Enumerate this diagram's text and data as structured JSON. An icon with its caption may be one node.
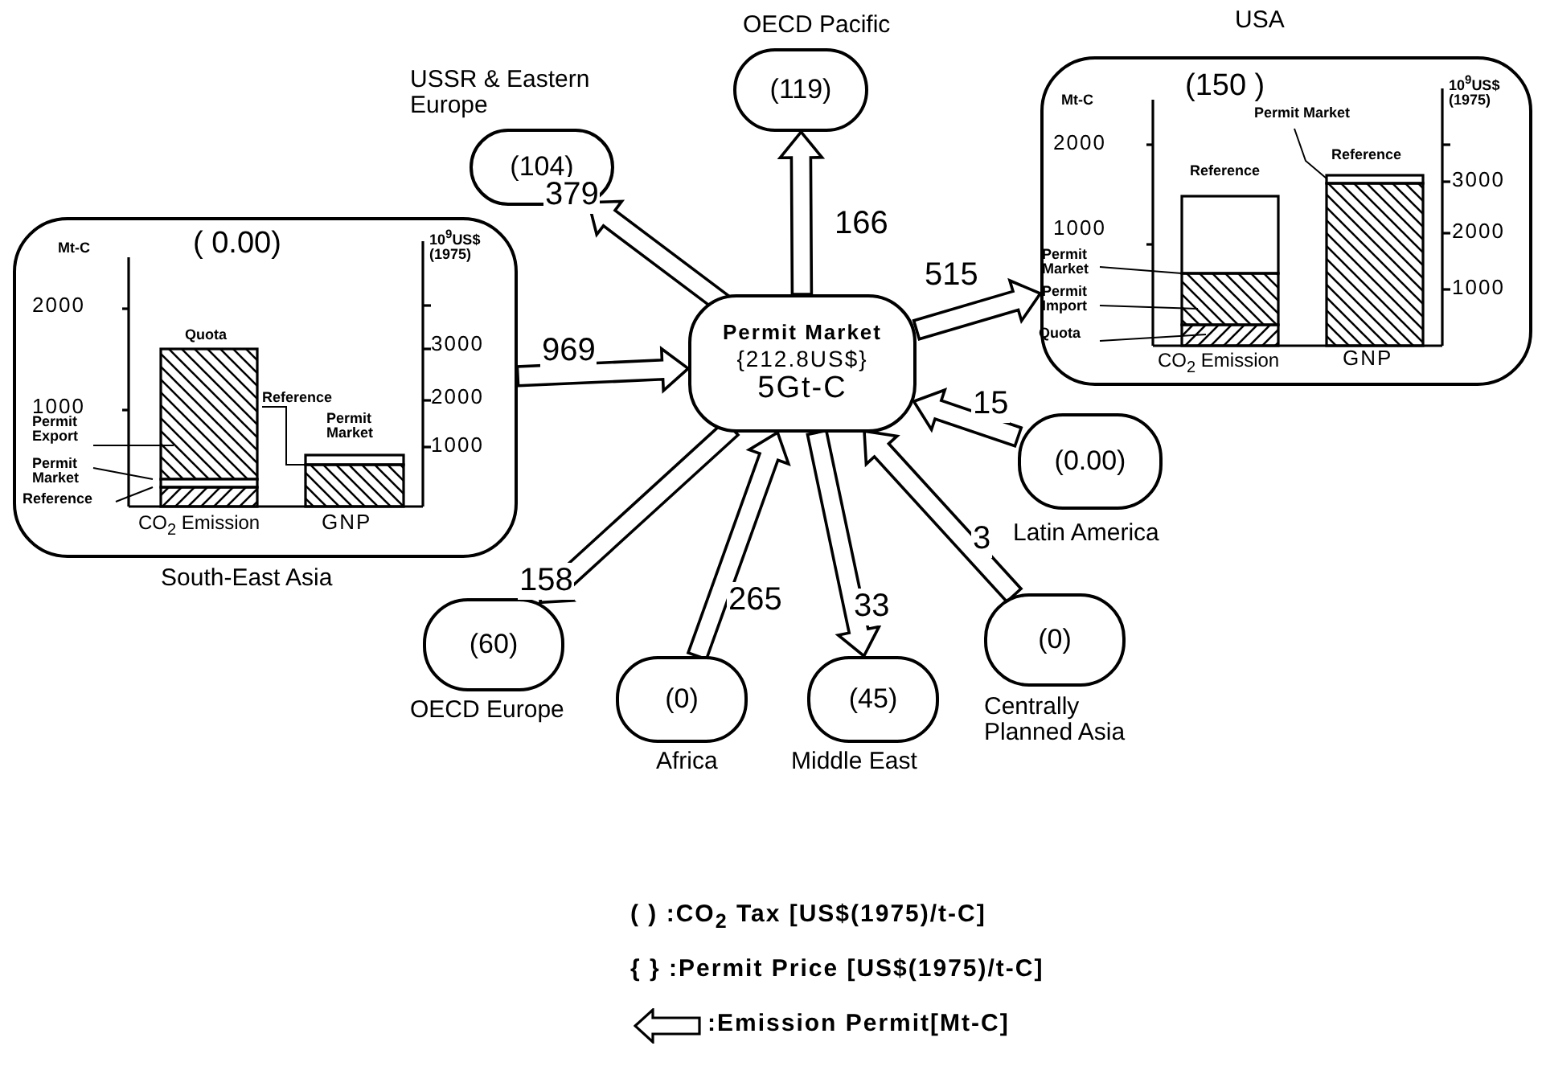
{
  "diagram": {
    "nodes": [
      {
        "text": [
          "Permit Market",
          "{212.8US$}",
          "5Gt-C"
        ]
      },
      {
        "text": [
          "(119)"
        ],
        "beside": [
          "OECD Pacific"
        ]
      },
      {
        "text": [
          "(104)"
        ],
        "beside": [
          "USSR & Eastern Europe"
        ]
      },
      {
        "text": [
          "(150 )"
        ],
        "beside": [
          "USA"
        ]
      },
      {
        "text": [
          "( 0.00)"
        ],
        "beside": [
          "South-East Asia"
        ]
      },
      {
        "text": [
          "(0.00)"
        ],
        "beside": [
          "Latin America"
        ]
      },
      {
        "text": [
          "(0)"
        ],
        "beside": [
          "Centrally Planned Asia"
        ]
      },
      {
        "text": [
          "(45)"
        ],
        "beside": [
          "Middle East"
        ]
      },
      {
        "text": [
          "(0)"
        ],
        "beside": [
          "Africa"
        ]
      },
      {
        "text": [
          "(60)"
        ],
        "beside": [
          "OECD Europe"
        ]
      }
    ],
    "edges": [
      {
        "from": 0,
        "to": 1,
        "arrow": "to",
        "label": "166"
      },
      {
        "from": 0,
        "to": 2,
        "arrow": "to",
        "label": "379"
      },
      {
        "from": 0,
        "to": 3,
        "arrow": "to",
        "label": "515"
      },
      {
        "from": 4,
        "to": 0,
        "arrow": "to",
        "label": "969"
      },
      {
        "from": 5,
        "to": 0,
        "arrow": "to",
        "label": "15"
      },
      {
        "from": 6,
        "to": 0,
        "arrow": "to",
        "label": "3"
      },
      {
        "from": 0,
        "to": 7,
        "arrow": "to",
        "label": "33"
      },
      {
        "from": 8,
        "to": 0,
        "arrow": "to",
        "label": "265"
      },
      {
        "from": 0,
        "to": 9,
        "arrow": "to",
        "label": "158"
      }
    ],
    "labels": [
      "Mt-C",
      "10$^{9}$US$ (1975)",
      "2000",
      "3000",
      "1000",
      "2000",
      "Quota",
      "Reference",
      "Permit Export",
      "Permit Market",
      "1000",
      "Permit Market",
      "Reference",
      "CO$_{2}$ Emission",
      "GNP",
      "Mt-C",
      "10$^{9}$US$ (1975)",
      "Permit Market",
      "2000",
      "Reference",
      "Reference",
      "3000",
      "1000",
      "2000",
      "Permit Market",
      "1000",
      "Permit Import",
      "Quota",
      "CO$_{2}$ Emission",
      "GNP"
    ],
    "legend": [
      {
        "text": "( ) :CO$_{2}$ Tax [US$(1975)/t-C]"
      },
      {
        "text": "{ } :Permit Price [US$(1975)/t-C]"
      },
      {
        "text": ":Emission Permit[Mt-C]"
      }
    ]
  }
}
